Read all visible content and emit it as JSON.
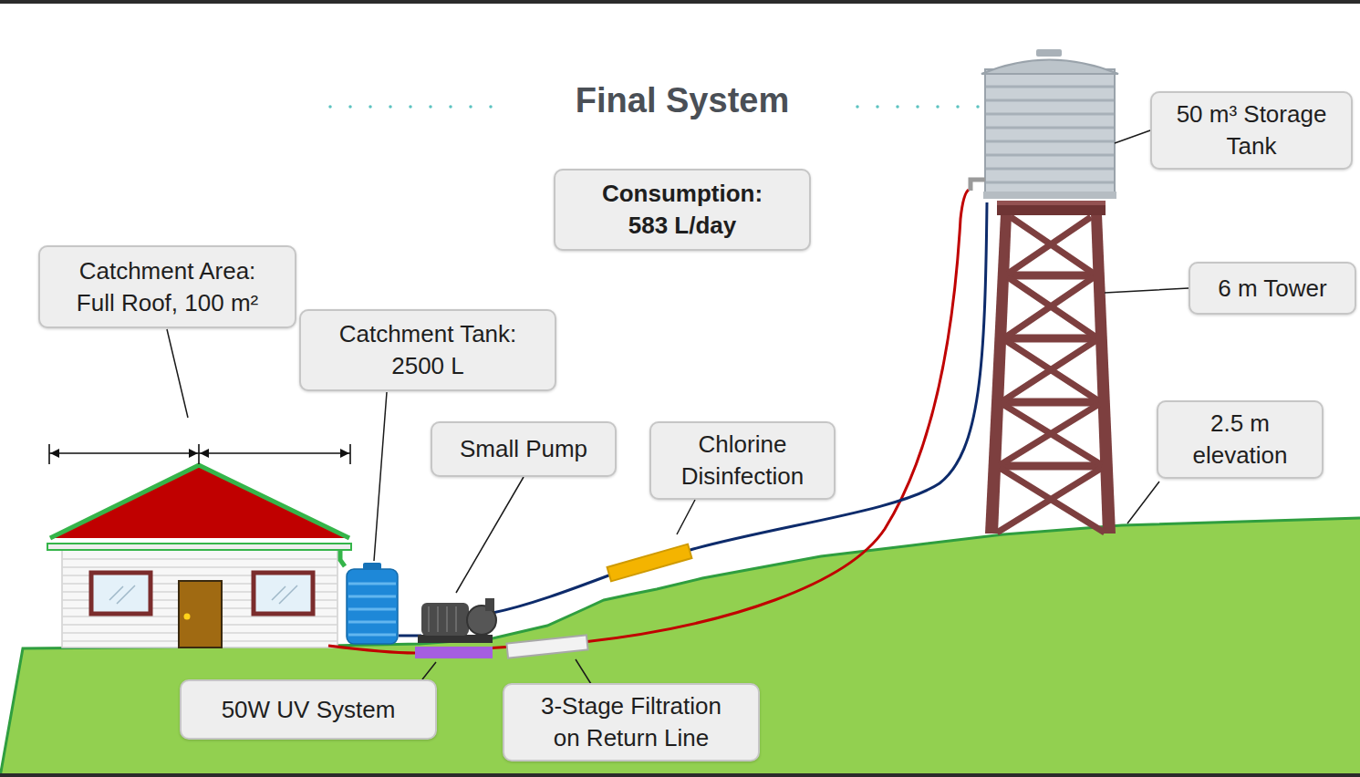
{
  "diagram": {
    "title": "Final System",
    "nodes": [
      {
        "text": [
          "50 m³ Storage Tank"
        ]
      },
      {
        "text": [
          "Consumption: 583 L/day"
        ]
      },
      {
        "text": [
          "Catchment Area: Full Roof, 100 m²"
        ]
      },
      {
        "text": [
          "6 m Tower"
        ]
      },
      {
        "text": [
          "Catchment Tank: 2500 L"
        ]
      },
      {
        "text": [
          "2.5 m elevation"
        ]
      },
      {
        "text": [
          "Small Pump"
        ]
      },
      {
        "text": [
          "Chlorine Disinfection"
        ]
      },
      {
        "text": [
          "50W UV System"
        ]
      },
      {
        "text": [
          "3-Stage Filtration on Return Line"
        ]
      }
    ]
  }
}
